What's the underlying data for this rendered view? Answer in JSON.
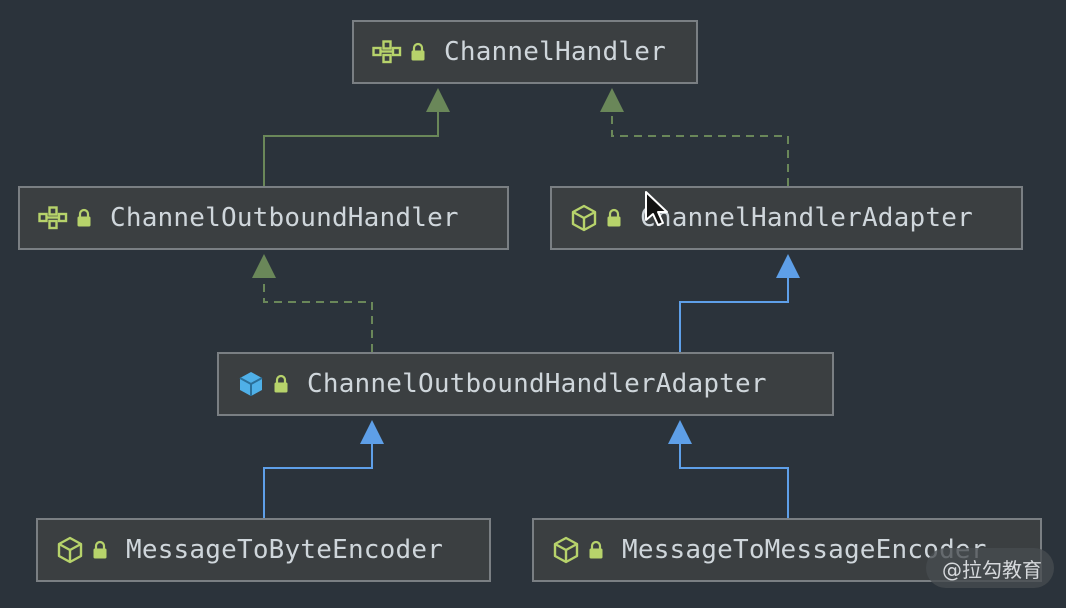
{
  "diagram": {
    "nodes": [
      {
        "id": "channel-handler",
        "icon": "interface-icon",
        "name": "ChannelHandler"
      },
      {
        "id": "channel-outbound-handler",
        "icon": "interface-icon",
        "name": "ChannelOutboundHandler"
      },
      {
        "id": "channel-handler-adapter",
        "icon": "abstract-class-icon",
        "name": "ChannelHandlerAdapter"
      },
      {
        "id": "channel-outbound-handler-adapter",
        "icon": "class-icon",
        "name": "ChannelOutboundHandlerAdapter"
      },
      {
        "id": "message-to-byte-encoder",
        "icon": "abstract-class-icon",
        "name": "MessageToByteEncoder"
      },
      {
        "id": "message-to-message-encoder",
        "icon": "abstract-class-icon",
        "name": "MessageToMessageEncoder"
      }
    ],
    "edges": [
      {
        "from": "channel-outbound-handler",
        "to": "channel-handler",
        "kind": "extends-interface",
        "style": "solid",
        "color": "#6a8759"
      },
      {
        "from": "channel-handler-adapter",
        "to": "channel-handler",
        "kind": "implements",
        "style": "dashed",
        "color": "#6a8759"
      },
      {
        "from": "channel-outbound-handler-adapter",
        "to": "channel-outbound-handler",
        "kind": "implements",
        "style": "dashed",
        "color": "#6a8759"
      },
      {
        "from": "channel-outbound-handler-adapter",
        "to": "channel-handler-adapter",
        "kind": "extends",
        "style": "solid",
        "color": "#5e9fe8"
      },
      {
        "from": "message-to-byte-encoder",
        "to": "channel-outbound-handler-adapter",
        "kind": "extends",
        "style": "solid",
        "color": "#5e9fe8"
      },
      {
        "from": "message-to-message-encoder",
        "to": "channel-outbound-handler-adapter",
        "kind": "extends",
        "style": "solid",
        "color": "#5e9fe8"
      }
    ]
  },
  "watermark": {
    "text": "@拉勾教育"
  },
  "colors": {
    "background": "#2b333b",
    "node_fill": "#3b3f41",
    "node_border": "#7a7f83",
    "text": "#cfd6db",
    "interface_green": "#6a8759",
    "extends_blue": "#5e9fe8",
    "lock": "#b7d36b"
  }
}
